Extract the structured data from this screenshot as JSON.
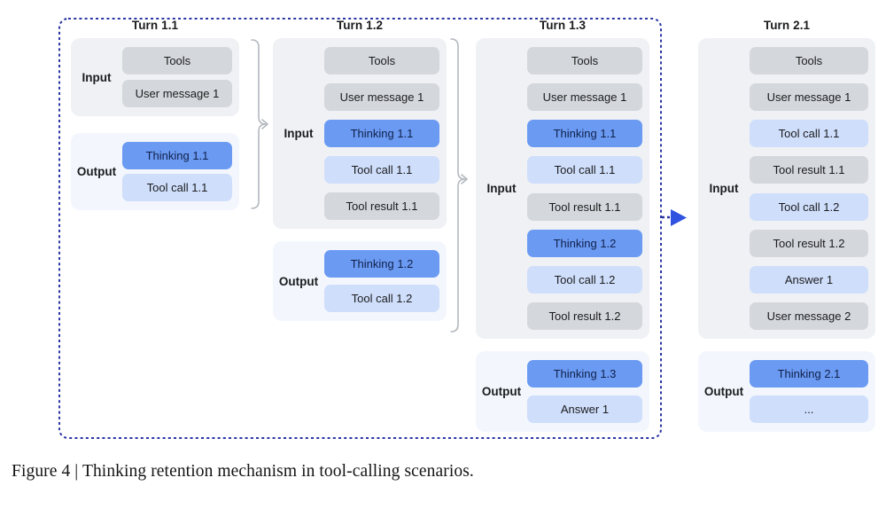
{
  "caption": "Figure 4 | Thinking retention mechanism in tool-calling scenarios.",
  "labels": {
    "input": "Input",
    "output": "Output"
  },
  "colors": {
    "frame_dash": "#2a35a3",
    "arrow": "#2f53e0",
    "input_panel": "#eff1f4",
    "output_panel": "#f3f7fd",
    "context_box": "#d4d7db",
    "thinking_box": "#6b9af3",
    "action_box": "#cfdefb",
    "brace": "#b4b8bf",
    "text": "#1b1c1e"
  },
  "columns": [
    {
      "title": "Turn 1.1",
      "input": [
        {
          "label": "Tools",
          "type": "context"
        },
        {
          "label": "User message 1",
          "type": "context"
        }
      ],
      "output": [
        {
          "label": "Thinking 1.1",
          "type": "thinking"
        },
        {
          "label": "Tool call 1.1",
          "type": "action"
        }
      ]
    },
    {
      "title": "Turn 1.2",
      "input": [
        {
          "label": "Tools",
          "type": "context"
        },
        {
          "label": "User message 1",
          "type": "context"
        },
        {
          "label": "Thinking 1.1",
          "type": "thinking"
        },
        {
          "label": "Tool call 1.1",
          "type": "action"
        },
        {
          "label": "Tool result 1.1",
          "type": "context"
        }
      ],
      "output": [
        {
          "label": "Thinking 1.2",
          "type": "thinking"
        },
        {
          "label": "Tool call 1.2",
          "type": "action"
        }
      ]
    },
    {
      "title": "Turn 1.3",
      "input": [
        {
          "label": "Tools",
          "type": "context"
        },
        {
          "label": "User message 1",
          "type": "context"
        },
        {
          "label": "Thinking 1.1",
          "type": "thinking"
        },
        {
          "label": "Tool call 1.1",
          "type": "action"
        },
        {
          "label": "Tool result 1.1",
          "type": "context"
        },
        {
          "label": "Thinking 1.2",
          "type": "thinking"
        },
        {
          "label": "Tool call 1.2",
          "type": "action"
        },
        {
          "label": "Tool result 1.2",
          "type": "context"
        }
      ],
      "output": [
        {
          "label": "Thinking 1.3",
          "type": "thinking"
        },
        {
          "label": "Answer 1",
          "type": "action"
        }
      ]
    },
    {
      "title": "Turn 2.1",
      "input": [
        {
          "label": "Tools",
          "type": "context"
        },
        {
          "label": "User message 1",
          "type": "context"
        },
        {
          "label": "Tool call 1.1",
          "type": "action"
        },
        {
          "label": "Tool result 1.1",
          "type": "context"
        },
        {
          "label": "Tool call 1.2",
          "type": "action"
        },
        {
          "label": "Tool result 1.2",
          "type": "context"
        },
        {
          "label": "Answer 1",
          "type": "action"
        },
        {
          "label": "User message 2",
          "type": "context"
        }
      ],
      "output": [
        {
          "label": "Thinking 2.1",
          "type": "thinking"
        },
        {
          "label": "...",
          "type": "action"
        }
      ]
    }
  ]
}
